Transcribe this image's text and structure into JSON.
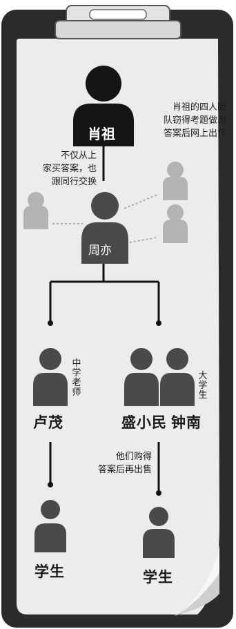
{
  "diagram": {
    "top_person": "肖祖",
    "top_note": "肖祖的四人团\n队窃得考题做出\n答案后网上出售",
    "middle_person": "周亦",
    "middle_note": "不仅从上\n家买答案，也\n跟同行交换",
    "left_person": "卢茂",
    "left_person_note": "中学老师",
    "right_person_1": "盛小民",
    "right_person_2": "钟南",
    "right_persons_note": "大学生",
    "resale_note": "他们购得\n答案后再出售",
    "bottom_left": "学生",
    "bottom_right": "学生"
  },
  "colors": {
    "board_dark": "#2a2a2a",
    "paper": "#ececec",
    "person_dark": "#1a1a1a",
    "person_mid": "#4a4a4a",
    "person_light": "#b5b5b5"
  }
}
